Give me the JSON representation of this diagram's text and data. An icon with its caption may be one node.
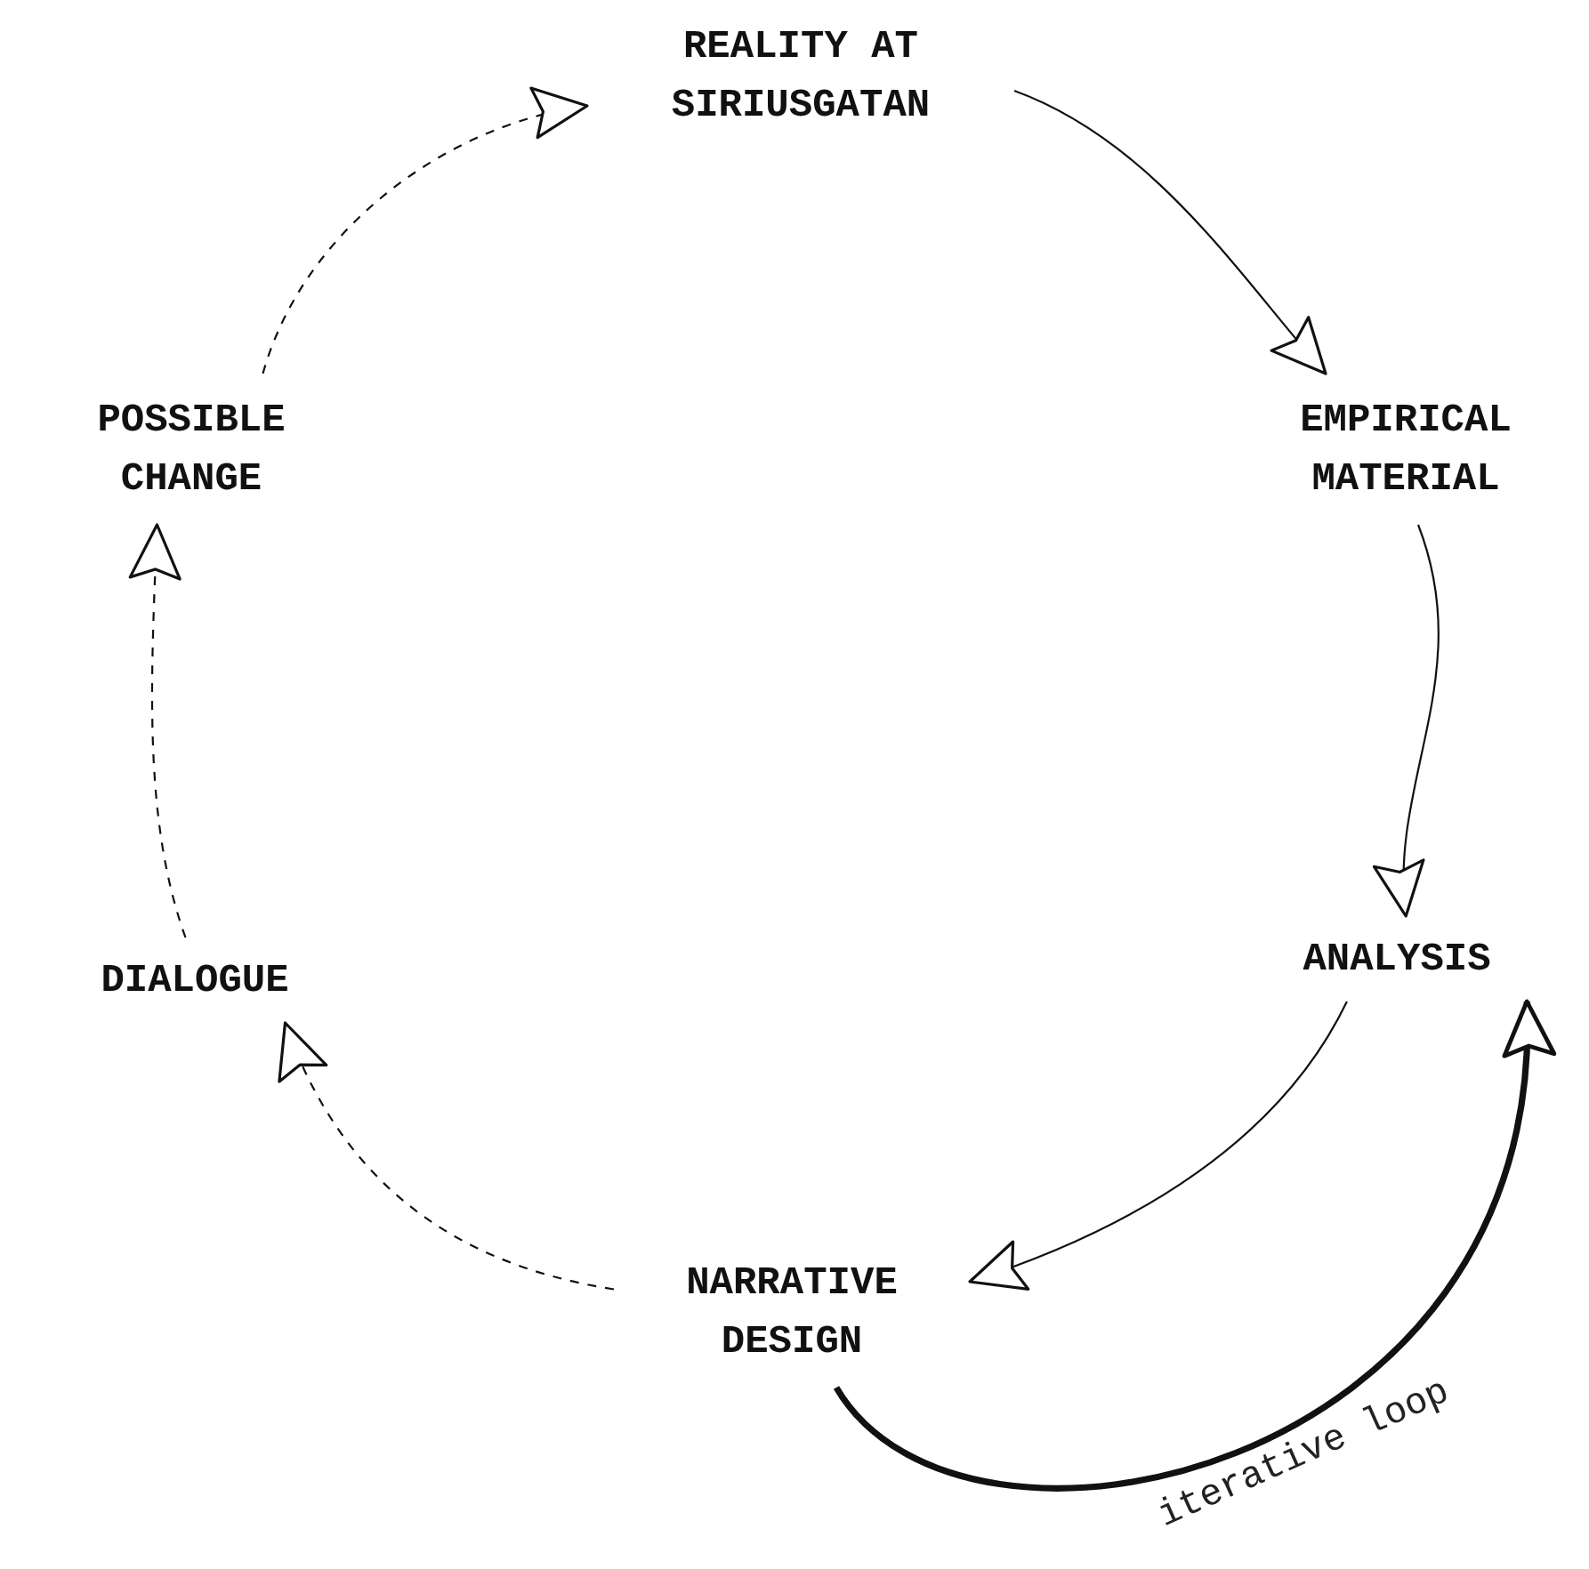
{
  "diagram": {
    "nodes": [
      {
        "text": [
          "REALITY AT SIRIUSGATAN"
        ]
      },
      {
        "text": [
          "EMPIRICAL MATERIAL"
        ]
      },
      {
        "text": [
          "ANALYSIS"
        ]
      },
      {
        "text": [
          "NARRATIVE DESIGN"
        ]
      },
      {
        "text": [
          "DIALOGUE"
        ]
      },
      {
        "text": [
          "POSSIBLE CHANGE"
        ]
      }
    ],
    "edges": [
      {
        "from": 0,
        "to": 1,
        "arrow": "to"
      },
      {
        "from": 1,
        "to": 2,
        "arrow": "to"
      },
      {
        "from": 2,
        "to": 3,
        "arrow": "to"
      },
      {
        "from": 3,
        "to": 2,
        "arrow": "to",
        "label": "iterative loop",
        "style": "thick"
      },
      {
        "from": 3,
        "to": 4,
        "arrow": "to",
        "style": "dashed"
      },
      {
        "from": 4,
        "to": 5,
        "arrow": "to",
        "style": "dashed"
      },
      {
        "from": 5,
        "to": 0,
        "arrow": "to",
        "style": "dashed"
      }
    ]
  }
}
